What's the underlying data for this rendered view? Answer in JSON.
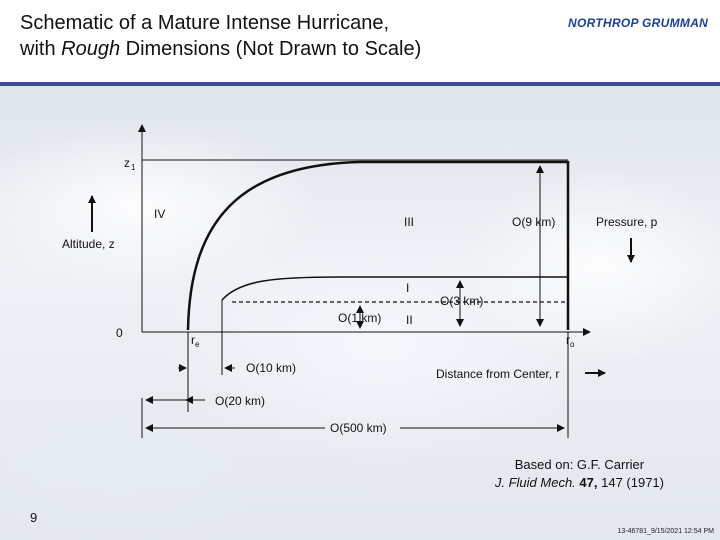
{
  "title": {
    "line1": "Schematic of a Mature Intense Hurricane,",
    "line2_pre": "with ",
    "line2_italic": "Rough",
    "line2_post": " Dimensions (Not Drawn to Scale)"
  },
  "logo": "NORTHROP GRUMMAN",
  "diagram": {
    "z1": "z",
    "z1_sub": "1",
    "altitude_label": "Altitude, z",
    "origin_label": "0",
    "region_iv": "IV",
    "region_iii": "III",
    "region_i": "I",
    "region_ii": "II",
    "o9km": "O(9 km)",
    "o3km": "O(3 km)",
    "o1km": "O(1 km)",
    "pressure_label": "Pressure, p",
    "re_main": "r",
    "re_sub": "e",
    "ro_main": "r",
    "ro_sub": "o",
    "o10km": "O(10 km)",
    "o20km": "O(20 km)",
    "o500km": "O(500 km)",
    "distance_label": "Distance from Center, r"
  },
  "citation": {
    "line1": "Based on: G.F. Carrier",
    "journal": "J. Fluid Mech.",
    "volume": "47,",
    "pages": " 147 (1971)"
  },
  "page_number": "9",
  "footer_code": "13-46781_9/15/2021 12:54 PM"
}
